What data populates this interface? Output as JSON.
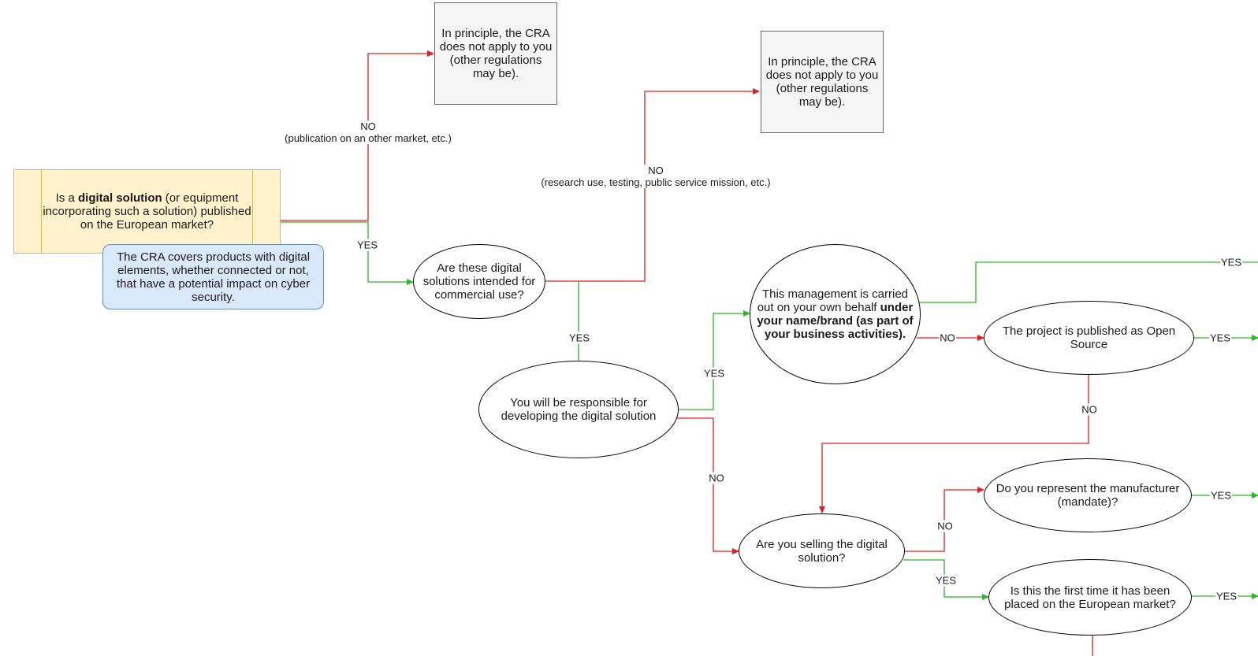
{
  "colors": {
    "yes": "#2db52d",
    "no": "#e02020",
    "question_fill": "#fff2cc",
    "note_fill": "#dae8fc",
    "outcome_fill": "#f5f5f5"
  },
  "nodes": {
    "question": {
      "pre": "Is a ",
      "bold": "digital solution",
      "post": " (or equipment incorporating such a solution) published on the European market?"
    },
    "note": "The CRA covers products with digital elements, whether connected or not, that have a potential impact on cyber security.",
    "outcome1": "In principle, the CRA does not apply to you (other regulations may be).",
    "outcome2": "In principle, the CRA does not apply to you (other regulations may be).",
    "commercial": "Are these digital solutions intended for commercial use?",
    "responsible": "You will be responsible for developing the digital solution",
    "management": {
      "pre": "This management is carried out on your own behalf ",
      "bold": "under your name/brand (as part of your business activities)."
    },
    "open_source": "The project is published as Open Source",
    "represent": "Do you represent the manufacturer (mandate)?",
    "selling": "Are you selling the digital solution?",
    "first_time": "Is this the first time it has been placed on the European market?"
  },
  "labels": {
    "no_market": {
      "title": "NO",
      "detail": "(publication on an other market, etc.)"
    },
    "yes_market": "YES",
    "no_commercial": {
      "title": "NO",
      "detail": "(research use, testing, public service mission, etc.)"
    },
    "yes_commercial": "YES",
    "yes_responsible": "YES",
    "no_responsible": "NO",
    "yes_management": "YES",
    "no_management": "NO",
    "yes_open_source": "YES",
    "no_open_source": "NO",
    "yes_represent": "YES",
    "no_selling": "NO",
    "yes_selling": "YES",
    "yes_first_time": "YES"
  }
}
